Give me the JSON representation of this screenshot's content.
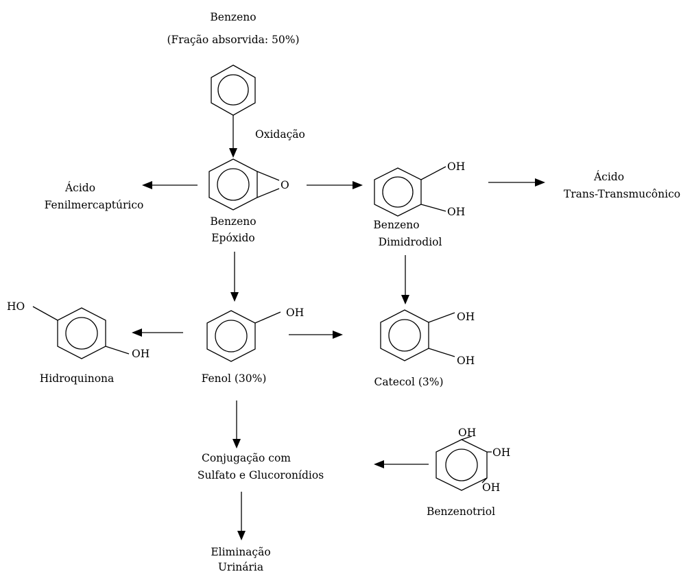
{
  "labels": {
    "benzeno_title": "Benzeno",
    "fracao": "(Fração absorvida: 50%)",
    "oxidacao": "Oxidação",
    "acido_fenil_1": "Ácido",
    "acido_fenil_2": "Fenilmercaptúrico",
    "epoxido_1": "Benzeno",
    "epoxido_2": "Epóxido",
    "epoxido_o": "O",
    "diol_1": "Benzeno",
    "diol_2": "Dimidrodiol",
    "acido_trans_1": "Ácido",
    "acido_trans_2": "Trans-Transmucônico",
    "hidroquinona": "Hidroquinona",
    "fenol": "Fenol (30%)",
    "catecol": "Catecol (3%)",
    "conjugacao_1": "Conjugação com",
    "conjugacao_2": "Sulfato e Glucoronídios",
    "benzenotriol": "Benzenotriol",
    "eliminacao_1": "Eliminação",
    "eliminacao_2": "Urinária"
  },
  "groups": {
    "oh": "OH",
    "ho": "HO"
  },
  "style": {
    "line_color": "#000000",
    "background": "#ffffff"
  }
}
